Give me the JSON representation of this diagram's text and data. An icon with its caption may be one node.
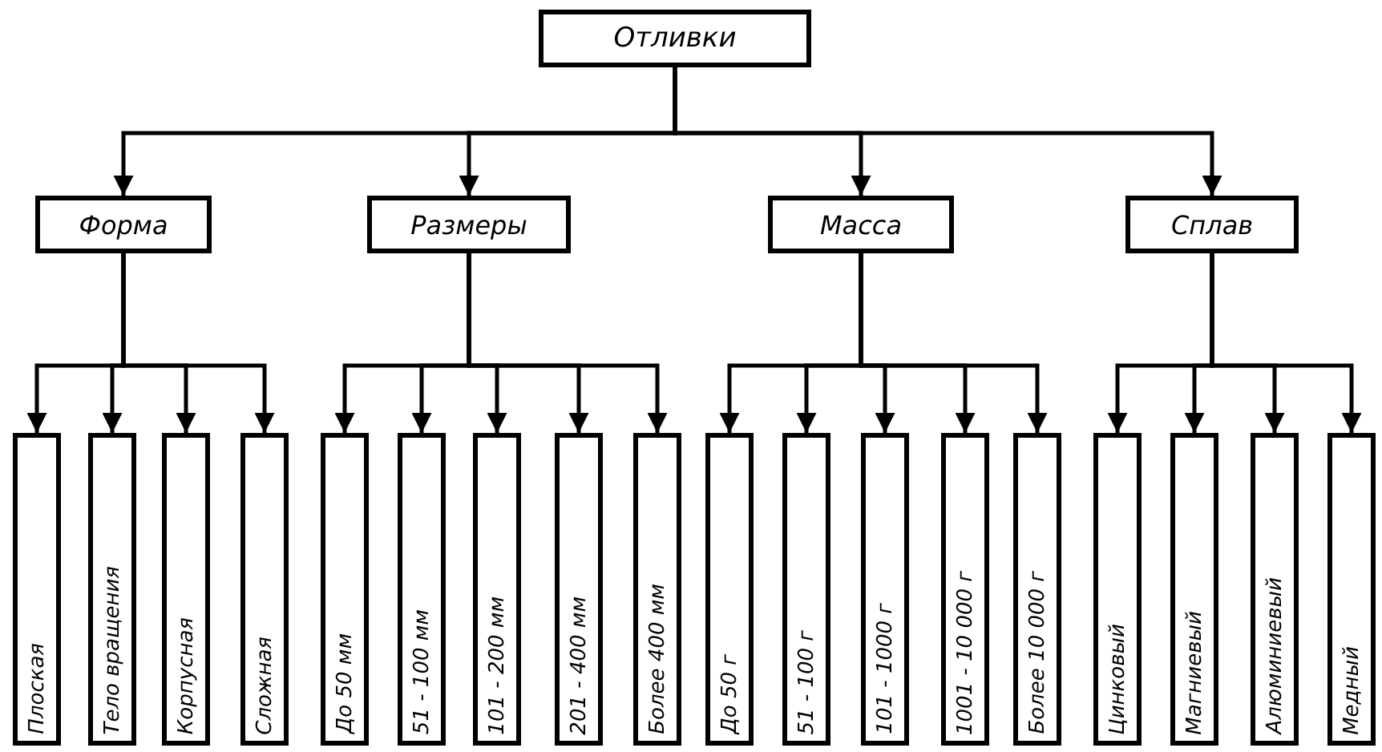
{
  "diagram": {
    "nodes": [
      {
        "text": [
          "Отливки"
        ]
      },
      {
        "text": [
          "Форма"
        ]
      },
      {
        "text": [
          "Размеры"
        ]
      },
      {
        "text": [
          "Масса"
        ]
      },
      {
        "text": [
          "Сплав"
        ]
      },
      {
        "text": [
          "Плоская"
        ]
      },
      {
        "text": [
          "Тело вращения"
        ]
      },
      {
        "text": [
          "Корпусная"
        ]
      },
      {
        "text": [
          "Сложная"
        ]
      },
      {
        "text": [
          "До 50 мм"
        ]
      },
      {
        "text": [
          "51 - 100 мм"
        ]
      },
      {
        "text": [
          "101 - 200 мм"
        ]
      },
      {
        "text": [
          "201 - 400 мм"
        ]
      },
      {
        "text": [
          "Более 400 мм"
        ]
      },
      {
        "text": [
          "До 50 г"
        ]
      },
      {
        "text": [
          "51 - 100 г"
        ]
      },
      {
        "text": [
          "101 - 1000 г"
        ]
      },
      {
        "text": [
          "1001 - 10 000 г"
        ]
      },
      {
        "text": [
          "Более 10 000 г"
        ]
      },
      {
        "text": [
          "Цинковый"
        ]
      },
      {
        "text": [
          "Магниевый"
        ]
      },
      {
        "text": [
          "Алюминиевый"
        ]
      },
      {
        "text": [
          "Медный"
        ]
      }
    ],
    "edges": [
      {
        "from": 0,
        "to": 1,
        "arrow": "to"
      },
      {
        "from": 0,
        "to": 2,
        "arrow": "to"
      },
      {
        "from": 0,
        "to": 3,
        "arrow": "to"
      },
      {
        "from": 0,
        "to": 4,
        "arrow": "to"
      },
      {
        "from": 1,
        "to": 5,
        "arrow": "to"
      },
      {
        "from": 1,
        "to": 6,
        "arrow": "to"
      },
      {
        "from": 1,
        "to": 7,
        "arrow": "to"
      },
      {
        "from": 1,
        "to": 8,
        "arrow": "to"
      },
      {
        "from": 2,
        "to": 9,
        "arrow": "to"
      },
      {
        "from": 2,
        "to": 10,
        "arrow": "to"
      },
      {
        "from": 2,
        "to": 11,
        "arrow": "to"
      },
      {
        "from": 2,
        "to": 12,
        "arrow": "to"
      },
      {
        "from": 2,
        "to": 13,
        "arrow": "to"
      },
      {
        "from": 3,
        "to": 14,
        "arrow": "to"
      },
      {
        "from": 3,
        "to": 15,
        "arrow": "to"
      },
      {
        "from": 3,
        "to": 16,
        "arrow": "to"
      },
      {
        "from": 3,
        "to": 17,
        "arrow": "to"
      },
      {
        "from": 3,
        "to": 18,
        "arrow": "to"
      },
      {
        "from": 4,
        "to": 19,
        "arrow": "to"
      },
      {
        "from": 4,
        "to": 20,
        "arrow": "to"
      },
      {
        "from": 4,
        "to": 21,
        "arrow": "to"
      },
      {
        "from": 4,
        "to": 22,
        "arrow": "to"
      }
    ]
  }
}
